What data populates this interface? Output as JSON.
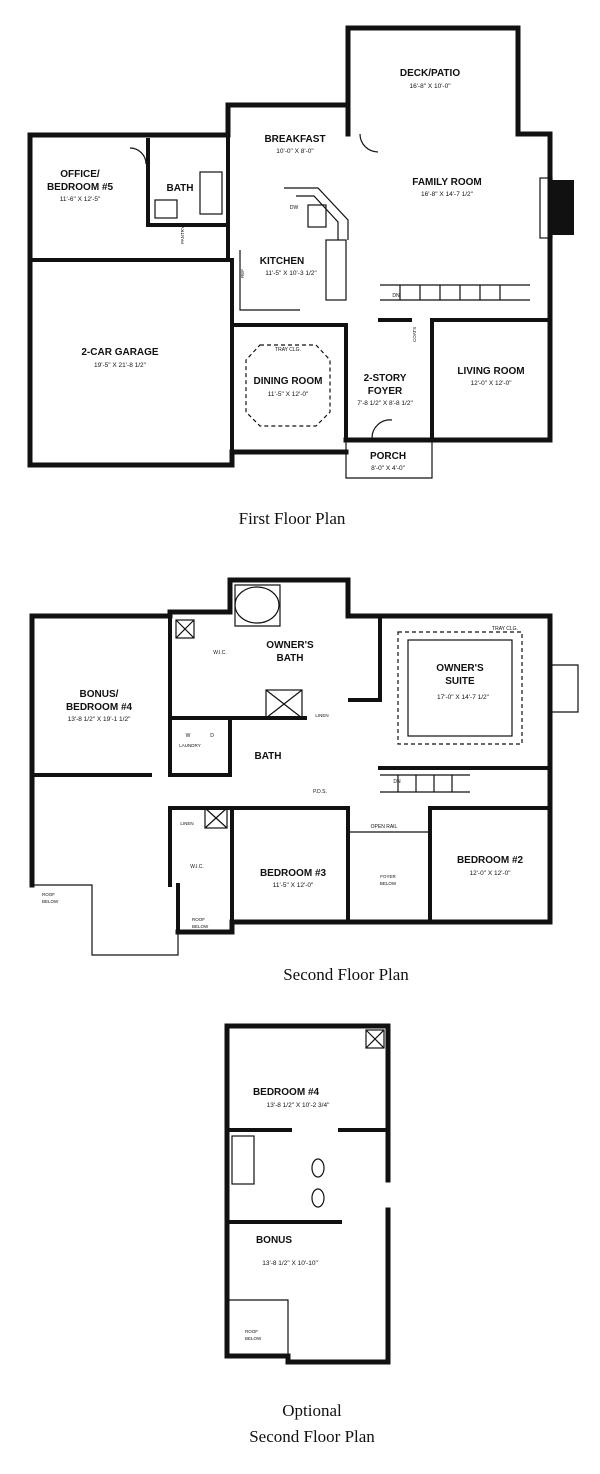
{
  "first_floor": {
    "caption": "First Floor Plan",
    "rooms": {
      "deck": {
        "name": "DECK/PATIO",
        "dim": "16'-8\" X 10'-0\""
      },
      "breakfast": {
        "name": "BREAKFAST",
        "dim": "10'-0\" X 8'-0\""
      },
      "family": {
        "name": "FAMILY ROOM",
        "dim": "16'-8\" X 14'-7 1/2\""
      },
      "office": {
        "name1": "OFFICE/",
        "name2": "BEDROOM #5",
        "dim": "11'-6\" X 12'-5\""
      },
      "bath": {
        "name": "BATH"
      },
      "kitchen": {
        "name": "KITCHEN",
        "dim": "11'-5\" X 10'-3 1/2\""
      },
      "garage": {
        "name": "2-CAR GARAGE",
        "dim": "19'-5\" X 21'-8 1/2\""
      },
      "dining": {
        "name": "DINING ROOM",
        "dim": "11'-5\" X 12'-0\"",
        "note": "TRAY CLG."
      },
      "foyer": {
        "name1": "2-STORY",
        "name2": "FOYER",
        "dim": "7'-8 1/2\" X 8'-8 1/2\""
      },
      "living": {
        "name": "LIVING ROOM",
        "dim": "12'-0\" X 12'-0\""
      },
      "porch": {
        "name": "PORCH",
        "dim": "8'-0\" X 4'-0\""
      }
    },
    "labels": {
      "dw": "DW",
      "pantry": "PANTRY",
      "ref": "REF",
      "dn": "DN",
      "coats": "COATS"
    }
  },
  "second_floor": {
    "caption": "Second Floor Plan",
    "rooms": {
      "owners_bath": {
        "name1": "OWNER'S",
        "name2": "BATH"
      },
      "owners_suite": {
        "name1": "OWNER'S",
        "name2": "SUITE",
        "dim": "17'-0\" X 14'-7 1/2\"",
        "note": "TRAY CLG."
      },
      "bonus4": {
        "name1": "BONUS/",
        "name2": "BEDROOM #4",
        "dim": "13'-8 1/2\" X 19'-1 1/2\""
      },
      "bath": {
        "name": "BATH"
      },
      "bedroom3": {
        "name": "BEDROOM #3",
        "dim": "11'-5\" X 12'-0\""
      },
      "bedroom2": {
        "name": "BEDROOM #2",
        "dim": "12'-0\" X 12'-0\""
      }
    },
    "labels": {
      "wic": "W.I.C.",
      "linen": "LINEN",
      "laundry": "LAUNDRY",
      "w": "W",
      "d": "D",
      "pds": "P.D.S.",
      "open_rail": "OPEN RAIL",
      "dn": "DN",
      "foyer_below1": "FOYER",
      "foyer_below2": "BELOW",
      "roof1": "ROOF",
      "below": "BELOW"
    }
  },
  "optional_floor": {
    "caption1": "Optional",
    "caption2": "Second Floor Plan",
    "rooms": {
      "bedroom4": {
        "name": "BEDROOM #4",
        "dim": "13'-8 1/2\" X 10'-2 3/4\""
      },
      "bonus": {
        "name": "BONUS",
        "dim": "13'-8 1/2\" X 10'-10\""
      }
    },
    "labels": {
      "roof": "ROOF",
      "below": "BELOW"
    }
  }
}
